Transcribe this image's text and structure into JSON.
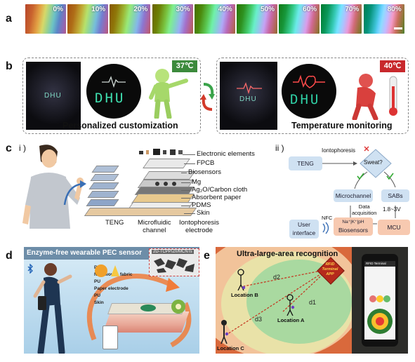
{
  "panel_letters": {
    "a": "a",
    "b": "b",
    "c": "c",
    "d": "d",
    "e": "e"
  },
  "panel_a": {
    "percentages": [
      "0%",
      "10%",
      "20%",
      "30%",
      "40%",
      "50%",
      "60%",
      "70%",
      "80%"
    ]
  },
  "panel_b": {
    "left": {
      "shirt_text": "DHU",
      "circle_text": "DHU",
      "temperature": "37℃",
      "caption": "Personalized customization"
    },
    "right": {
      "shirt_text": "DHU",
      "circle_text": "DHU",
      "temperature": "40℃",
      "caption": "Temperature monitoring"
    },
    "colors": {
      "tag_37": "#3c8a3c",
      "tag_40": "#c8282c",
      "dhu_green": "#3fe0b0"
    }
  },
  "panel_c": {
    "sub_i": "i )",
    "sub_ii": "ii )",
    "layer_labels": [
      "Electronic elements",
      "FPCB",
      "Biosensors",
      "Mg",
      "Ag₂O/Carbon cloth",
      "Absorbent paper",
      "PDMS",
      "Skin"
    ],
    "teng_label": "TENG",
    "microfluidic_label": "Microfluidic\nchannel",
    "iontophoresis_label": "Iontophoresis\nelectrode",
    "flow": {
      "teng": "TENG",
      "iontophoresis": "Iontophoresis",
      "sweat": "Sweat?",
      "microchannel": "Microchannel",
      "sabs": "SABs",
      "data_acquisition": "Data\nacquisition",
      "voltage": "1.8~3V",
      "nfc": "NFC",
      "ions": "Na⁺|K⁺|pH",
      "user_interface": "User\ninterface",
      "biosensors": "Biosensors",
      "mcu": "MCU"
    }
  },
  "panel_d": {
    "title": "Enzyme-free wearable PEC sensor",
    "inset_label": "2D-TCPP/Zn/MCNTs",
    "layers": [
      "PU",
      "Non-woven fabric",
      "PU",
      "Paper electrode",
      "PU",
      "Skin"
    ]
  },
  "panel_e": {
    "title": "Ultra-large-area recognition",
    "terminal": "RFID\nTerminal\nAPP",
    "locations": [
      "Location A",
      "Location B",
      "Location C"
    ],
    "distances": [
      "d1",
      "d2",
      "d3"
    ],
    "phone_header": "RFID Terminal"
  }
}
